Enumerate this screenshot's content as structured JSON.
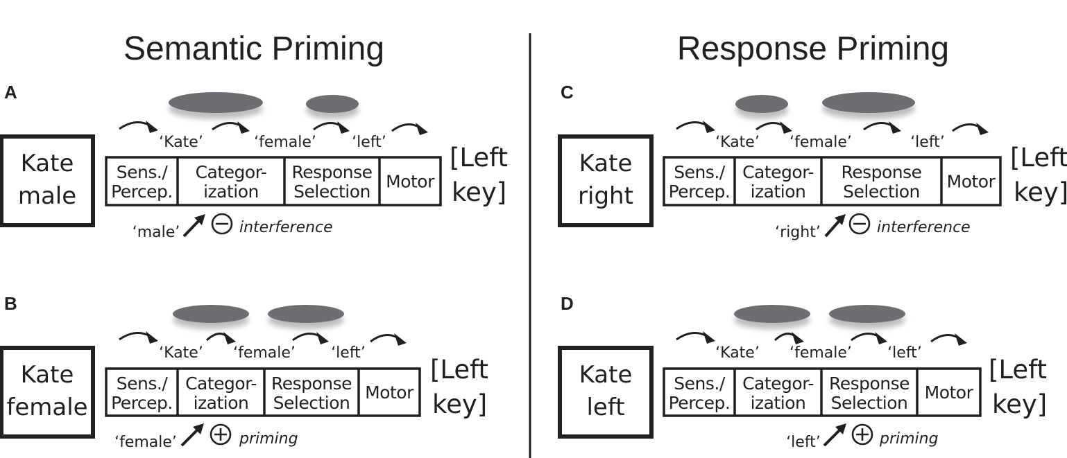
{
  "titles": {
    "left": "Semantic Priming",
    "right": "Response Priming"
  },
  "stage_labels": {
    "sens": [
      "Sens./",
      "Percep."
    ],
    "cat": [
      "Categor-",
      "ization"
    ],
    "resp": [
      "Response",
      "Selection"
    ],
    "motor": "Motor"
  },
  "key_label": [
    "[Left",
    "key]"
  ],
  "panels": [
    {
      "label": "A",
      "stimulus": [
        "Kate",
        "male"
      ],
      "codes": [
        "‘Kate’",
        "‘female’",
        "‘left’"
      ],
      "input": "‘male’",
      "effect_symbol": "minus",
      "effect": "interference"
    },
    {
      "label": "B",
      "stimulus": [
        "Kate",
        "female"
      ],
      "codes": [
        "‘Kate’",
        "‘female’",
        "‘left’"
      ],
      "input": "‘female’",
      "effect_symbol": "plus",
      "effect": "priming"
    },
    {
      "label": "C",
      "stimulus": [
        "Kate",
        "right"
      ],
      "codes": [
        "‘Kate’",
        "‘female’",
        "‘left’"
      ],
      "input": "‘right’",
      "effect_symbol": "minus",
      "effect": "interference"
    },
    {
      "label": "D",
      "stimulus": [
        "Kate",
        "left"
      ],
      "codes": [
        "‘Kate’",
        "‘female’",
        "‘left’"
      ],
      "input": "‘left’",
      "effect_symbol": "plus",
      "effect": "priming"
    }
  ],
  "colors": {
    "ink": "#231f20",
    "ellipse": "#6d6e71",
    "ellipse_shadow": "#bcbdc0"
  }
}
